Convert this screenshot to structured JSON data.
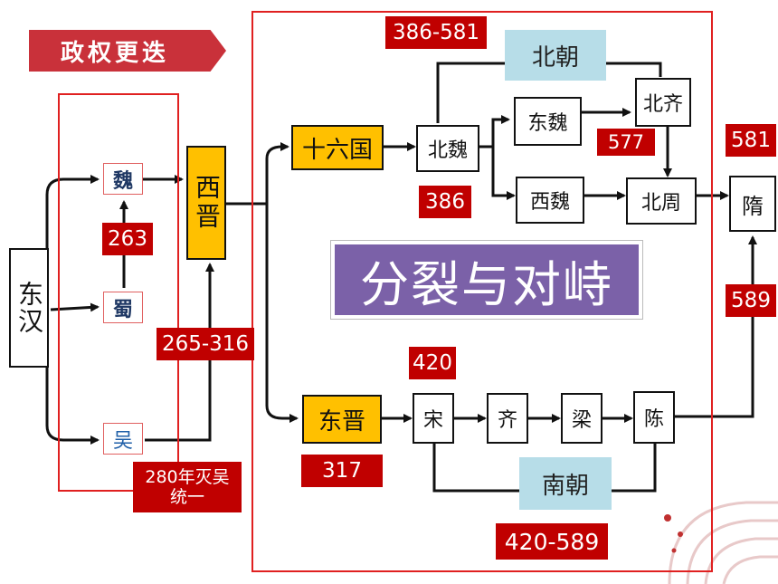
{
  "title": "政权更迭",
  "banner": "分裂与对峙",
  "nodes": {
    "donghan": "东汉",
    "wei": "魏",
    "shu": "蜀",
    "wu": "吴",
    "xijin": "西晋",
    "shiliuguo": "十六国",
    "dongjin": "东晋",
    "beiwei": "北魏",
    "dongwei": "东魏",
    "xiwei": "西魏",
    "beiqi": "北齐",
    "beizhou": "北周",
    "sui": "隋",
    "song": "宋",
    "qi": "齐",
    "liang": "梁",
    "chen": "陈",
    "beichao": "北朝",
    "nanchao": "南朝"
  },
  "years": {
    "y263": "263",
    "y265_316": "265-316",
    "y280_line1": "280年灭吴",
    "y280_line2": "统一",
    "y317": "317",
    "y386": "386",
    "y386_581": "386-581",
    "y420": "420",
    "y420_589": "420-589",
    "y577": "577",
    "y581": "581",
    "y589": "589"
  },
  "colors": {
    "red": "#c00000",
    "yellow": "#ffc000",
    "lightblue": "#b7dde8",
    "purple": "#7b61a8"
  }
}
